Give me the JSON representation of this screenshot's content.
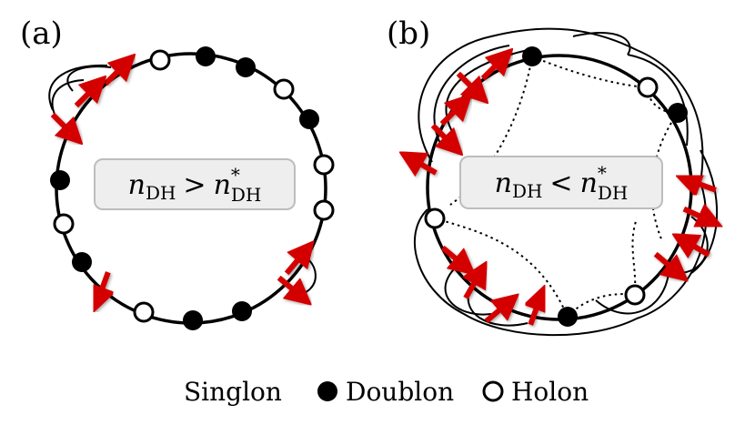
{
  "panel_a": {
    "label": "(a)",
    "formula": {
      "var": "n",
      "sub": "DH",
      "rel": ">",
      "sup": "*"
    }
  },
  "panel_b": {
    "label": "(b)",
    "formula": {
      "var": "n",
      "sub": "DH",
      "rel": "<",
      "sup": "*"
    }
  },
  "legend": {
    "singlon": "Singlon",
    "doublon": "Doublon",
    "holon": "Holon"
  },
  "colors": {
    "arrow": "#d40000",
    "ring": "#000000",
    "box_fill": "#eeeeee",
    "box_stroke": "#bdbdbd"
  }
}
